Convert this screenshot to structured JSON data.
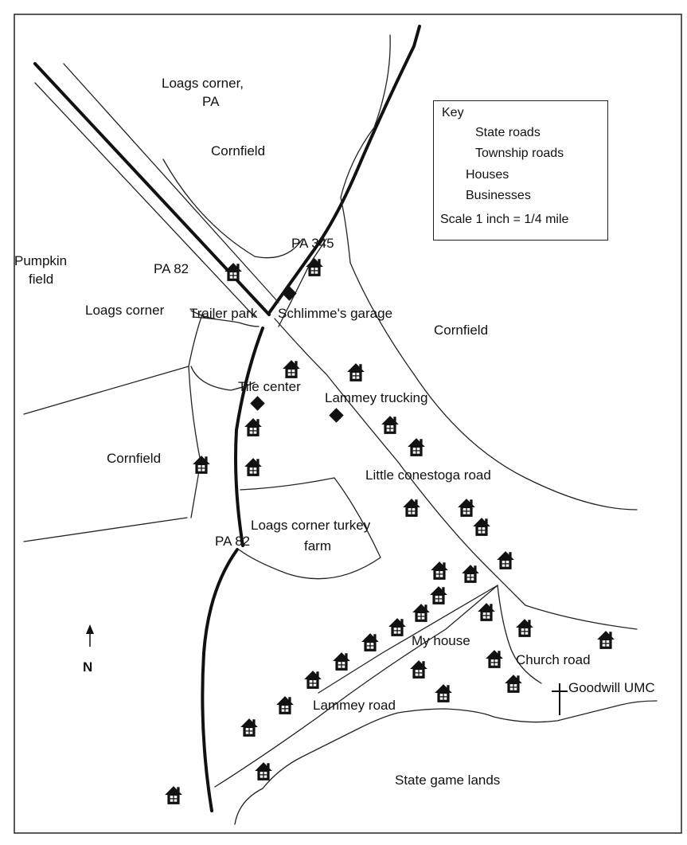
{
  "key": {
    "title": "Key",
    "state_roads": "State roads",
    "township_roads": "Township roads",
    "houses": "Houses",
    "businesses": "Businesses",
    "scale": "Scale 1 inch = 1/4 mile"
  },
  "labels": {
    "loags_corner_pa": "Loags corner,",
    "loags_corner_pa_2": "PA",
    "cornfield_top": "Cornfield",
    "pa345": "PA 345",
    "pumpkin_field": "Pumpkin",
    "pumpkin_field_2": "field",
    "pa82_top": "PA 82",
    "loags_corner": "Loags corner",
    "trailer_park": "Trailer park",
    "schlimmes_garage": "Schlimme's garage",
    "cornfield_right": "Cornfield",
    "tile_center": "Tile center",
    "lammey_trucking": "Lammey trucking",
    "cornfield_left": "Cornfield",
    "little_conestoga": "Little conestoga road",
    "turkey_farm": "Loags corner turkey",
    "turkey_farm_2": "farm",
    "pa82_bottom": "PA 82",
    "north": "N",
    "my_house": "My house",
    "church_road": "Church road",
    "goodwill": "Goodwill UMC",
    "lammey_road": "Lammey road",
    "game_lands": "State game lands"
  },
  "colors": {
    "ink": "#111111",
    "background": "#ffffff"
  },
  "icons": {
    "house": "house-icon",
    "business": "business-icon",
    "church": "church-cross-icon",
    "north": "north-arrow-icon"
  }
}
